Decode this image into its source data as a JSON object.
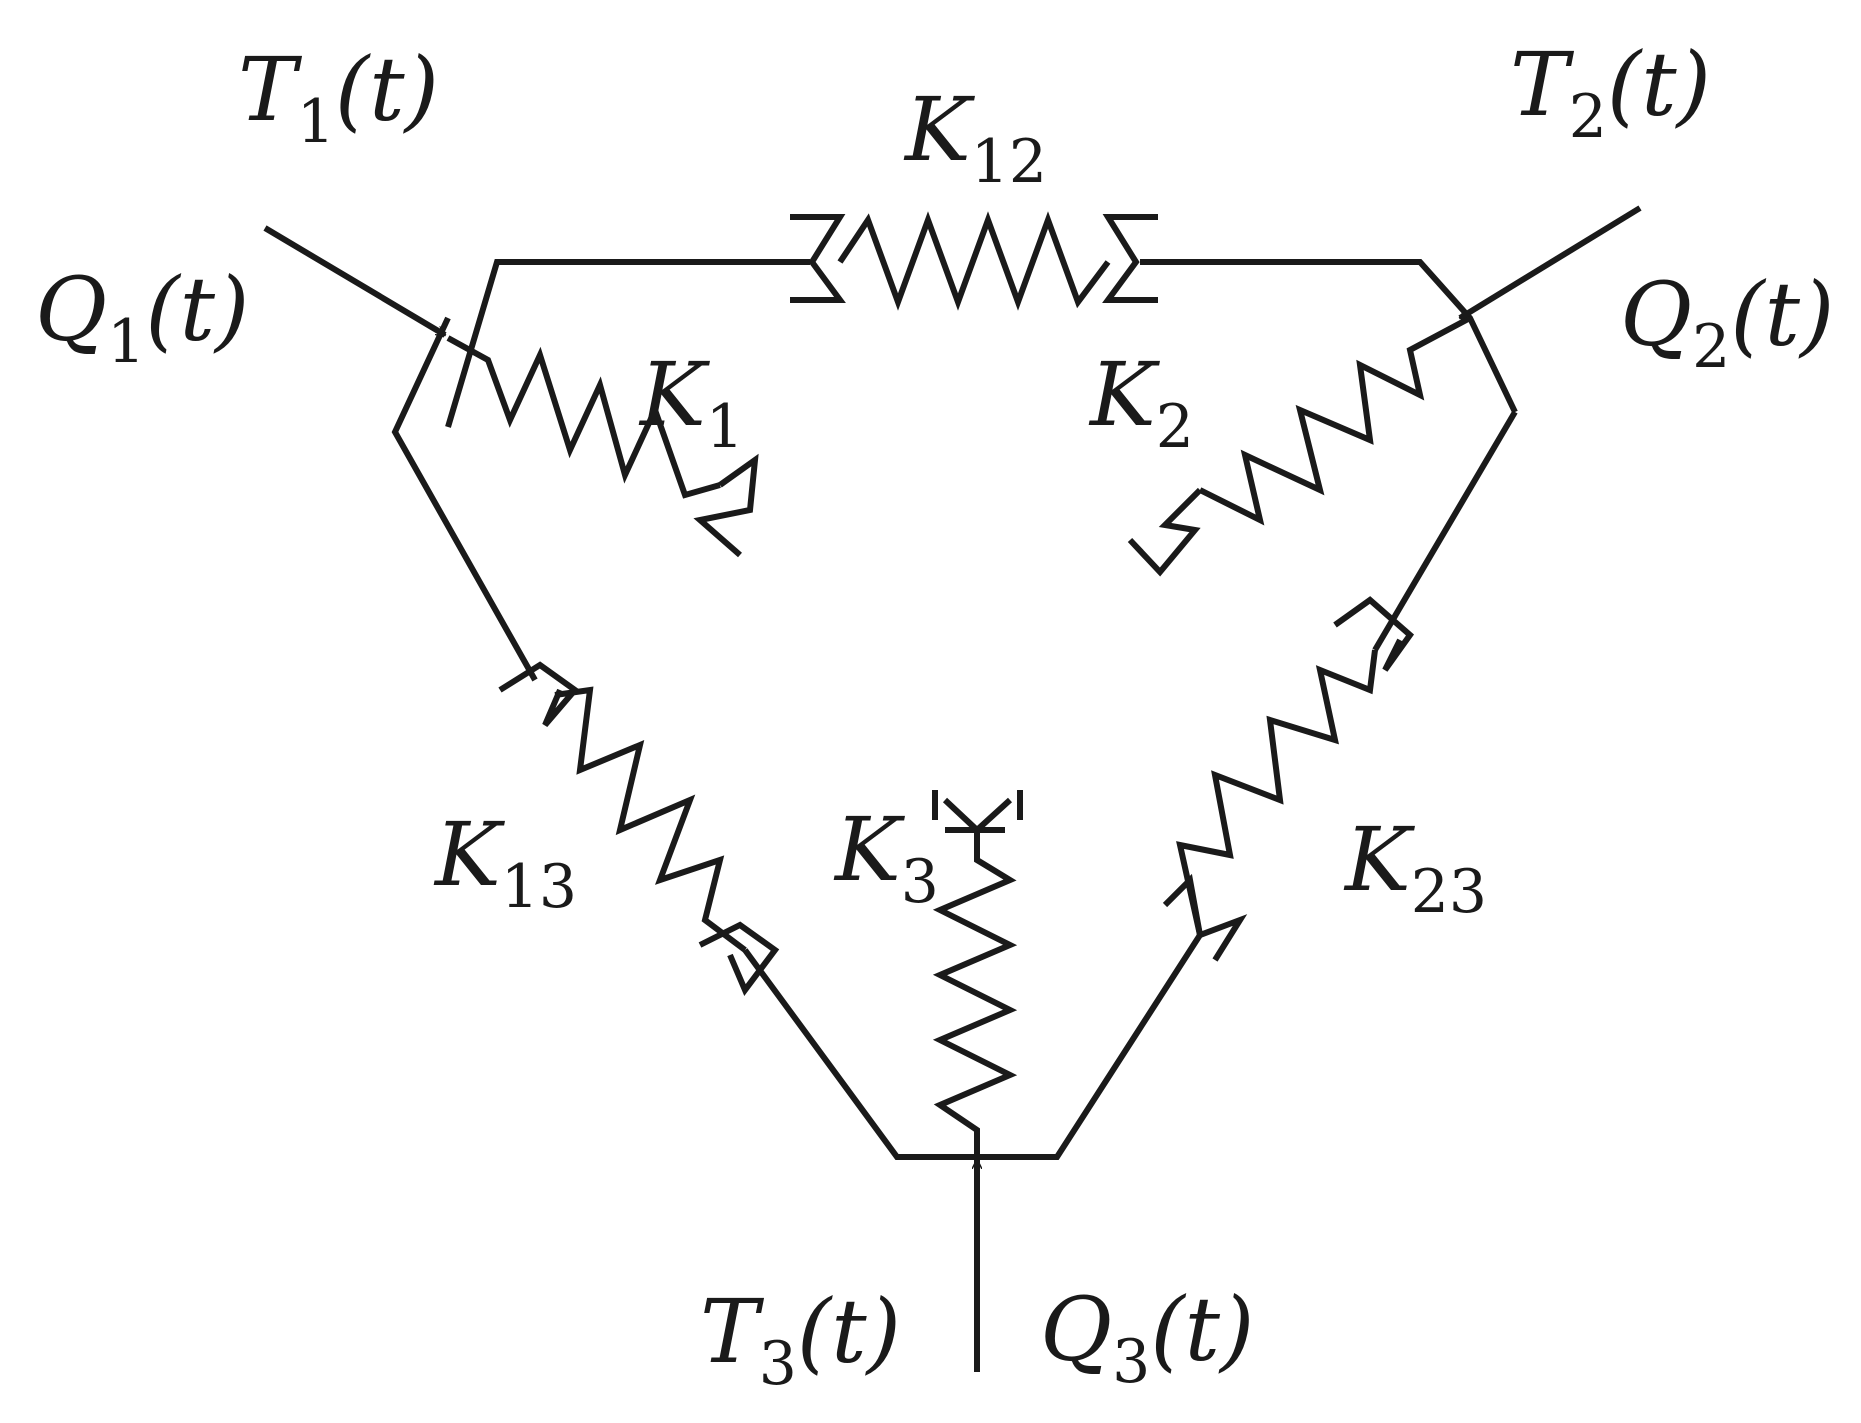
{
  "diagram": {
    "stroke_color": "#1a1a1a",
    "background": "#ffffff",
    "nodes": {
      "node1": {
        "temperature": {
          "symbol": "T",
          "index": "1",
          "arg": "(t)"
        },
        "heat": {
          "symbol": "Q",
          "index": "1",
          "arg": "(t)"
        }
      },
      "node2": {
        "temperature": {
          "symbol": "T",
          "index": "2",
          "arg": "(t)"
        },
        "heat": {
          "symbol": "Q",
          "index": "2",
          "arg": "(t)"
        }
      },
      "node3": {
        "temperature": {
          "symbol": "T",
          "index": "3",
          "arg": "(t)"
        },
        "heat": {
          "symbol": "Q",
          "index": "3",
          "arg": "(t)"
        }
      }
    },
    "springs": {
      "k12": {
        "symbol": "K",
        "index": "12"
      },
      "k13": {
        "symbol": "K",
        "index": "13"
      },
      "k23": {
        "symbol": "K",
        "index": "23"
      },
      "k1": {
        "symbol": "K",
        "index": "1"
      },
      "k2": {
        "symbol": "K",
        "index": "2"
      },
      "k3": {
        "symbol": "K",
        "index": "3"
      }
    }
  }
}
